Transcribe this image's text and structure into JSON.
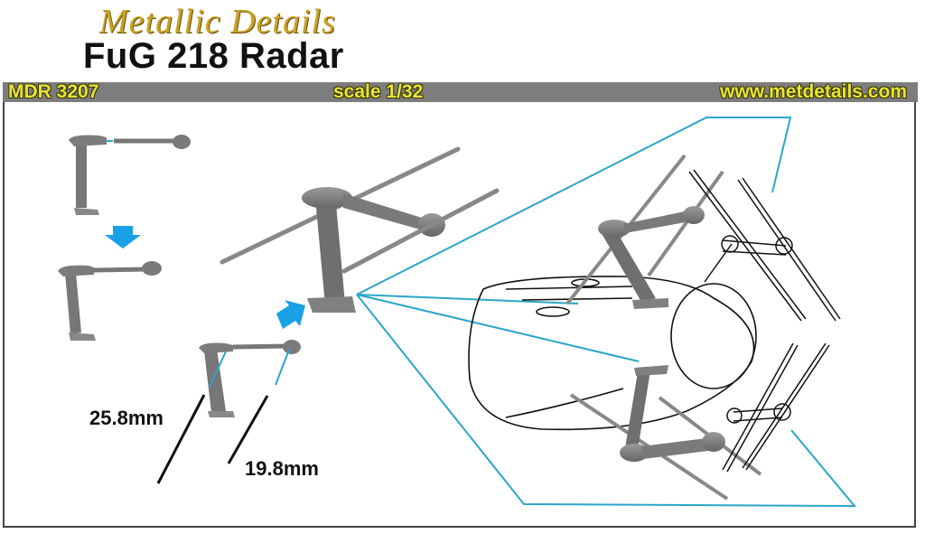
{
  "header": {
    "brand": "Metallic Details",
    "title": "FuG 218 Radar"
  },
  "info_bar": {
    "product_code": "MDR 3207",
    "scale": "scale 1/32",
    "website": "www.metdetails.com"
  },
  "dimensions": {
    "long_antenna": "25.8mm",
    "short_antenna": "19.8mm"
  },
  "colors": {
    "brand_gold": "#c9a227",
    "bar_gray": "#7d7d7d",
    "bar_text": "#e8e23a",
    "callout_blue": "#2aa6c9",
    "arrow_blue": "#1aa0e6",
    "part_gray": "#7a7a7a"
  }
}
